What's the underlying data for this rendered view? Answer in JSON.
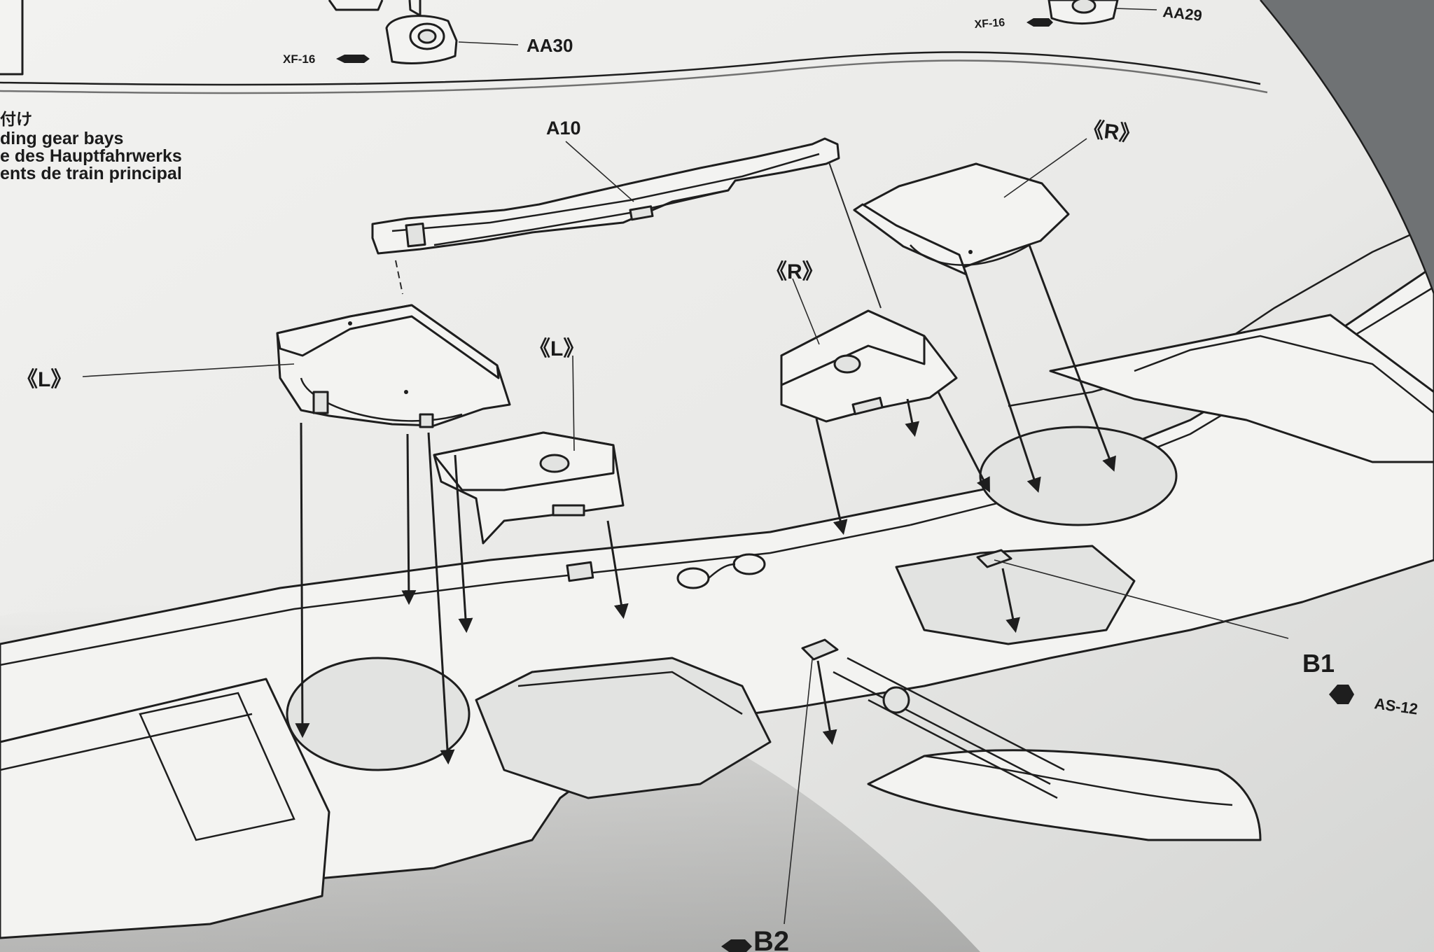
{
  "header": {
    "paint_left": "XF-16",
    "part_left": "AA30",
    "paint_right": "XF-16",
    "part_right": "AA29"
  },
  "step_title": {
    "japanese": "付け",
    "english": "ding gear bays",
    "german": "e des Hauptfahrwerks",
    "french": "ents de train principal"
  },
  "labels": {
    "part_a10": "A10",
    "left_bay_outer": "《L》",
    "left_bay_inner": "《L》",
    "right_bay_inner": "《R》",
    "right_bay_outer": "《R》",
    "part_b1": "B1",
    "paint_b1": "AS-12",
    "part_b2": "B2"
  },
  "colors": {
    "paper": "#f3f3f1",
    "ink": "#1e1e1e",
    "background": "#6f7274"
  }
}
